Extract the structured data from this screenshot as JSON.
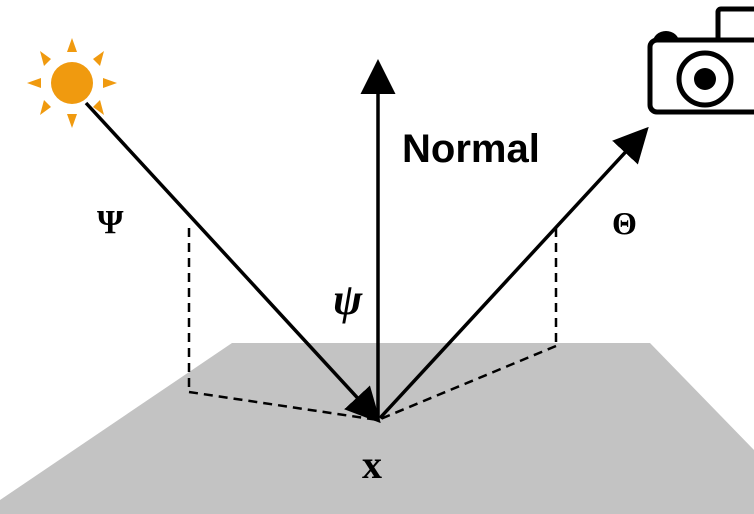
{
  "labels": {
    "normal": "Normal",
    "incident_direction": "Ψ",
    "outgoing_direction": "Θ",
    "angle": "ψ",
    "point": "x"
  },
  "icons": {
    "light_source": "sun-icon",
    "viewer": "camera-icon"
  },
  "colors": {
    "surface": "#c3c3c3",
    "sun": "#f09a0f",
    "ink": "#000000"
  }
}
